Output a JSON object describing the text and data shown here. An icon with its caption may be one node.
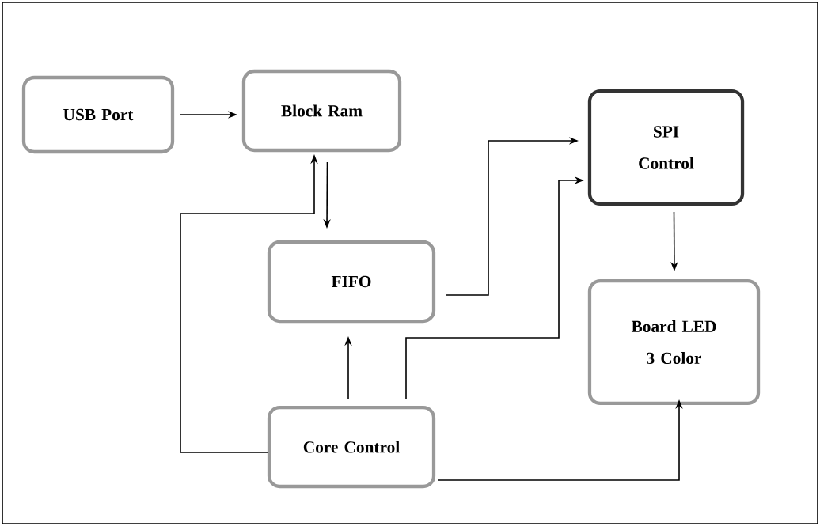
{
  "diagram": {
    "nodes": [
      {
        "text": [
          "USB Port"
        ]
      },
      {
        "text": [
          "Block Ram"
        ]
      },
      {
        "text": [
          "SPI Control"
        ]
      },
      {
        "text": [
          "FIFO"
        ]
      },
      {
        "text": [
          "Board LED 3 Color"
        ]
      },
      {
        "text": [
          "Core Control"
        ]
      }
    ],
    "edges": [
      {
        "from": 0,
        "to": 1,
        "arrow": "to"
      },
      {
        "from": 1,
        "to": 3,
        "arrow": "to"
      },
      {
        "from": 3,
        "to": 2,
        "arrow": "to"
      },
      {
        "from": 5,
        "to": 2,
        "arrow": "to"
      },
      {
        "from": 2,
        "to": 4,
        "arrow": "to"
      },
      {
        "from": 5,
        "to": 3,
        "arrow": "to"
      },
      {
        "from": 5,
        "to": 1,
        "arrow": "to"
      },
      {
        "from": 5,
        "to": 4,
        "arrow": "to"
      }
    ]
  }
}
